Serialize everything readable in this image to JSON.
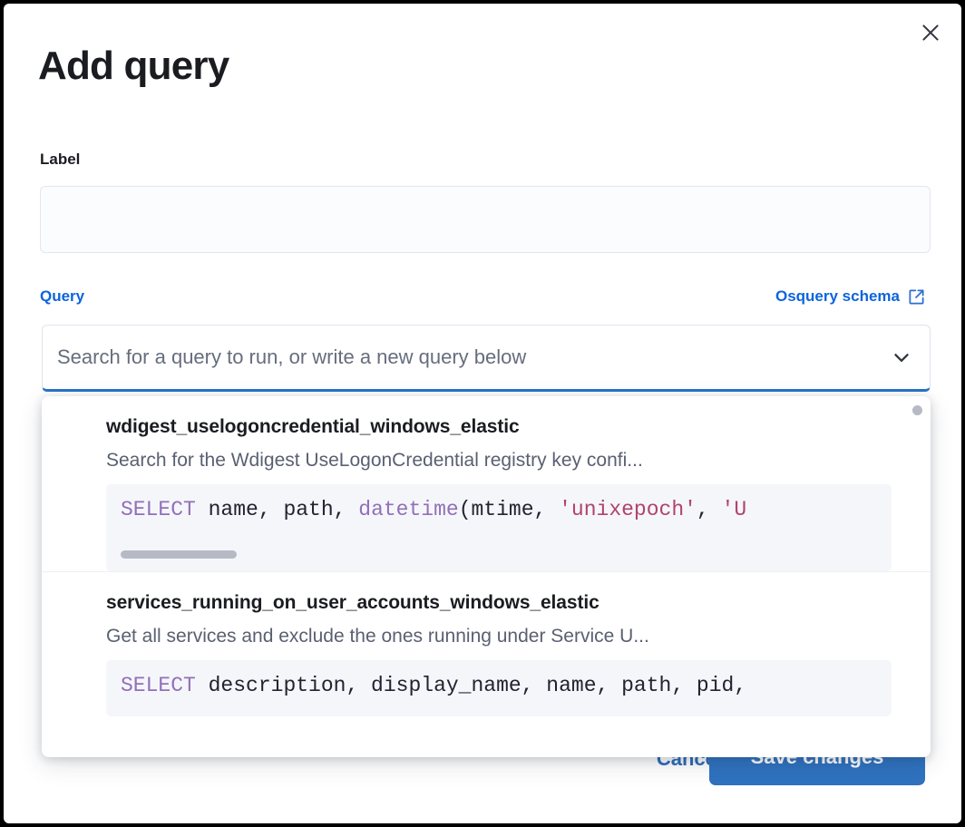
{
  "modal": {
    "title": "Add query",
    "close_icon": "close-icon"
  },
  "label_field": {
    "label": "Label",
    "value": "",
    "placeholder": ""
  },
  "query_section": {
    "label": "Query",
    "schema_link": {
      "text": "Osquery schema",
      "icon": "external-link-icon"
    },
    "combo": {
      "value": "",
      "placeholder": "Search for a query to run, or write a new query below",
      "arrow_icon": "chevron-down-icon"
    }
  },
  "dropdown": {
    "items": [
      {
        "title": "wdigest_uselogoncredential_windows_elastic",
        "description": "Search for the Wdigest UseLogonCredential registry key confi...",
        "code_tokens": [
          {
            "t": "SELECT",
            "c": "kw"
          },
          {
            "t": " name, path, ",
            "c": "plain"
          },
          {
            "t": "datetime",
            "c": "fn"
          },
          {
            "t": "(mtime, ",
            "c": "plain"
          },
          {
            "t": "'unixepoch'",
            "c": "str"
          },
          {
            "t": ", ",
            "c": "plain"
          },
          {
            "t": "'U",
            "c": "str"
          }
        ],
        "has_hscroll": true
      },
      {
        "title": "services_running_on_user_accounts_windows_elastic",
        "description": "Get all services and exclude the ones running under Service U...",
        "code_tokens": [
          {
            "t": "SELECT",
            "c": "kw"
          },
          {
            "t": " description, display_name, name, path, pid,",
            "c": "plain"
          }
        ],
        "has_hscroll": false
      }
    ]
  },
  "footer": {
    "cancel_label": "Cancel",
    "save_label": "Save changes"
  },
  "colors": {
    "accent_blue": "#0b64dd",
    "primary_button": "#2f72bf",
    "focus_underline": "#2a72c7",
    "sql_keyword": "#9170b8",
    "sql_string": "#b0436c",
    "code_background": "#f5f6fa"
  }
}
